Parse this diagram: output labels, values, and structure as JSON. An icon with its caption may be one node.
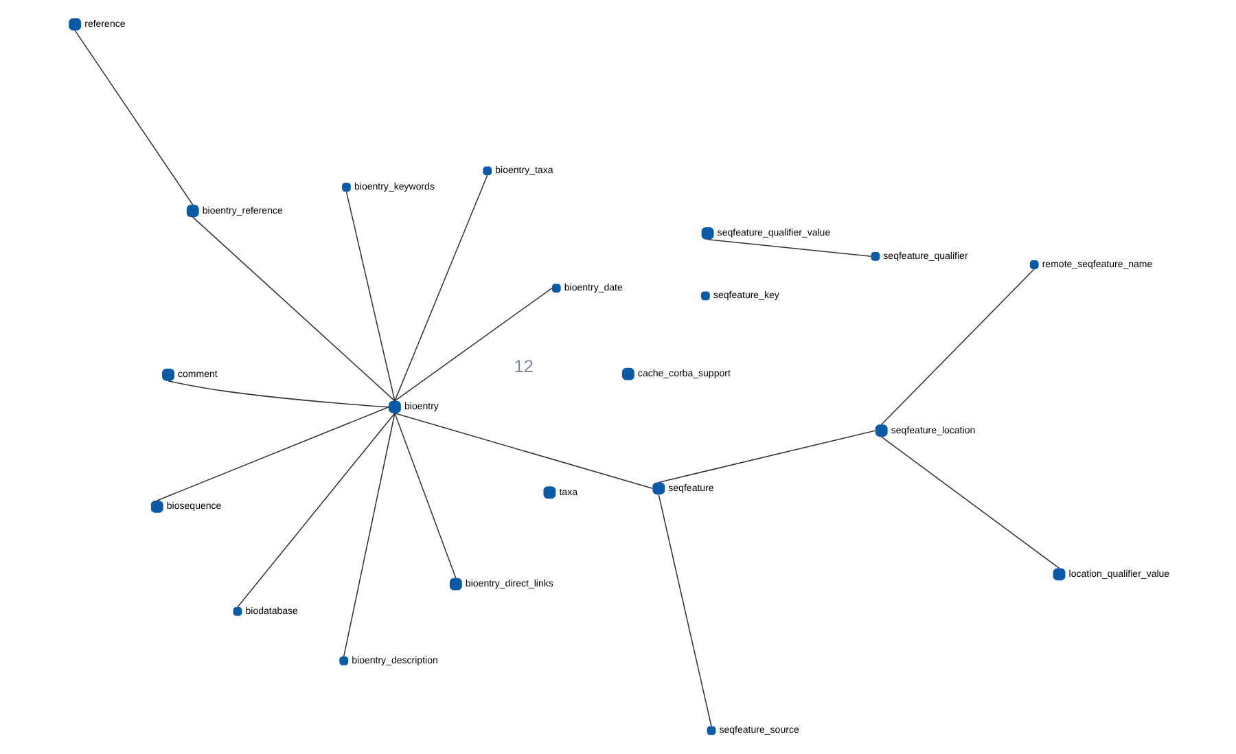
{
  "diagram": {
    "nodes": [
      {
        "text": [],
        "shape": "circle",
        "beside": [
          "taxa"
        ]
      },
      {
        "text": [],
        "shape": "circle",
        "beside": [
          "seqfeature_key"
        ]
      },
      {
        "text": [],
        "shape": "circle",
        "beside": [
          "comment"
        ]
      },
      {
        "text": [],
        "shape": "circle",
        "beside": [
          "bioentry_date"
        ]
      },
      {
        "text": [],
        "shape": "circle",
        "beside": [
          "biodatabase"
        ]
      },
      {
        "text": [],
        "shape": "circle",
        "beside": [
          "bioentry_keywords"
        ]
      },
      {
        "text": [],
        "shape": "circle",
        "beside": [
          "bioentry_taxa"
        ]
      },
      {
        "text": [],
        "shape": "circle",
        "beside": [
          "seqfeature_qualifier_value"
        ]
      },
      {
        "text": [],
        "shape": "circle",
        "beside": [
          "bioentry"
        ]
      },
      {
        "text": [],
        "shape": "circle",
        "beside": [
          "biosequence"
        ]
      },
      {
        "text": [],
        "shape": "circle",
        "beside": [
          "bioentry_direct_links"
        ]
      },
      {
        "text": [],
        "shape": "circle",
        "beside": [
          "location_qualifier_value"
        ]
      },
      {
        "text": [],
        "shape": "circle",
        "beside": [
          "bioentry_description"
        ]
      },
      {
        "text": [],
        "shape": "circle",
        "beside": [
          "remote_seqfeature_name"
        ]
      },
      {
        "text": [],
        "shape": "circle",
        "beside": [
          "seqfeature_qualifier"
        ]
      },
      {
        "text": [],
        "shape": "circle",
        "beside": [
          "bioentry_reference"
        ]
      },
      {
        "text": [],
        "shape": "circle",
        "beside": [
          "seqfeature"
        ]
      },
      {
        "text": [],
        "shape": "circle",
        "beside": [
          "seqfeature_location"
        ]
      },
      {
        "text": [],
        "shape": "circle",
        "beside": [
          "reference"
        ]
      },
      {
        "text": [],
        "shape": "circle",
        "beside": [
          "seqfeature_source"
        ]
      },
      {
        "text": [],
        "shape": "circle",
        "beside": [
          "cache_corba_support"
        ]
      }
    ],
    "edges": [
      {
        "from": 8,
        "to": 2,
        "arrow": "none"
      },
      {
        "from": 8,
        "to": 3,
        "arrow": "none"
      },
      {
        "from": 8,
        "to": 6,
        "arrow": "none"
      },
      {
        "from": 8,
        "to": 4,
        "arrow": "none"
      },
      {
        "from": 8,
        "to": 5,
        "arrow": "none"
      },
      {
        "from": 8,
        "to": 9,
        "arrow": "none"
      },
      {
        "from": 8,
        "to": 10,
        "arrow": "none"
      },
      {
        "from": 8,
        "to": 12,
        "arrow": "none"
      },
      {
        "from": 8,
        "to": 15,
        "arrow": "none"
      },
      {
        "from": 8,
        "to": 16,
        "arrow": "none"
      },
      {
        "from": 7,
        "to": 14,
        "arrow": "none"
      },
      {
        "from": 15,
        "to": 18,
        "arrow": "none"
      },
      {
        "from": 16,
        "to": 19,
        "arrow": "none"
      },
      {
        "from": 16,
        "to": 17,
        "arrow": "none"
      },
      {
        "from": 17,
        "to": 11,
        "arrow": "none"
      },
      {
        "from": 17,
        "to": 13,
        "arrow": "none"
      }
    ],
    "labels": [
      "12"
    ]
  }
}
